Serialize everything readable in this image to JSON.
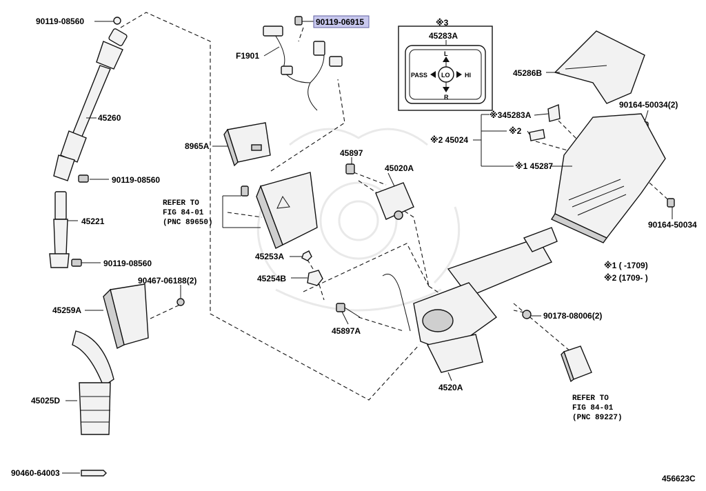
{
  "diagram": {
    "figure_id": "456623C",
    "legend": {
      "note1": "※1 (      -1709)",
      "note2": "※2 (1709-      )"
    },
    "inset": {
      "mark": "※3",
      "part": "45283A",
      "symbol_labels": {
        "left": "PASS",
        "center": "LO",
        "right": "HI",
        "top": "L",
        "bottom": "R"
      }
    },
    "parts": [
      {
        "id": "p01",
        "label": "90119-08560"
      },
      {
        "id": "p02",
        "label": "90119-06915",
        "highlighted": true
      },
      {
        "id": "p03",
        "label": "F1901"
      },
      {
        "id": "p04",
        "label": "45260"
      },
      {
        "id": "p05",
        "label": "8965A"
      },
      {
        "id": "p06",
        "label": "90119-08560"
      },
      {
        "id": "p07",
        "label": "45221"
      },
      {
        "id": "p08",
        "label": "90119-08560"
      },
      {
        "id": "p09",
        "label": "45897"
      },
      {
        "id": "p10",
        "label": "45020A"
      },
      {
        "id": "p11",
        "label": "45253A"
      },
      {
        "id": "p12",
        "label": "45254B"
      },
      {
        "id": "p13",
        "label": "90467-06188(2)"
      },
      {
        "id": "p14",
        "label": "45259A"
      },
      {
        "id": "p15",
        "label": "45897A"
      },
      {
        "id": "p16",
        "label": "4520A"
      },
      {
        "id": "p17",
        "label": "45025D"
      },
      {
        "id": "p18",
        "label": "90460-64003"
      },
      {
        "id": "p19",
        "label": "45286B"
      },
      {
        "id": "p20",
        "label": "90164-50034(2)"
      },
      {
        "id": "p21",
        "label": "※345283A"
      },
      {
        "id": "p22",
        "label": "※2 45024"
      },
      {
        "id": "p23",
        "label": "※2"
      },
      {
        "id": "p24",
        "label": "※1 45287"
      },
      {
        "id": "p25",
        "label": "90164-50034"
      },
      {
        "id": "p26",
        "label": "90178-08006(2)"
      }
    ],
    "refer_left": [
      "REFER TO",
      "FIG 84-01",
      "(PNC 89650)"
    ],
    "refer_right": [
      "REFER TO",
      "FIG 84-01",
      "(PNC 89227)"
    ]
  }
}
